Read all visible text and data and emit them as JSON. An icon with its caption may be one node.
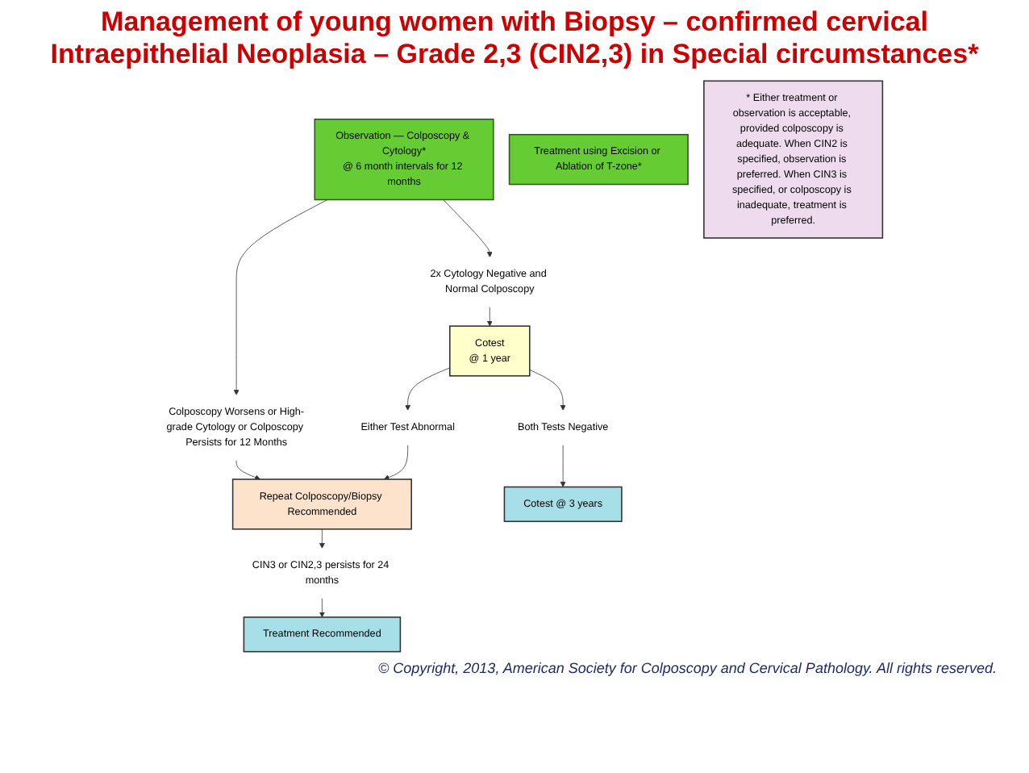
{
  "diagram": {
    "title": "Management of young women with Biopsy – confirmed cervical Intraepithelial Neoplasia – Grade 2,3 (CIN2,3) in Special circumstances*",
    "nodes": [
      {
        "text": [
          "Observation — Colposcopy & Cytology*",
          "@ 6 month intervals for 12 months"
        ]
      },
      {
        "text": [
          "Treatment using Excision or Ablation of T-zone*"
        ]
      },
      {
        "text": [
          "2x Cytology Negative and Normal Colposcopy"
        ]
      },
      {
        "text": [
          "Colposcopy Worsens or High-grade Cytology or Colposcopy Persists for 12 Months"
        ]
      },
      {
        "text": [
          "Cotest",
          "@ 1 year"
        ]
      },
      {
        "text": [
          "Either Test Abnormal"
        ]
      },
      {
        "text": [
          "Repeat Colposcopy/Biopsy Recommended"
        ]
      },
      {
        "text": [
          "CIN3 or CIN2,3 persists for 24 months"
        ]
      },
      {
        "text": [
          "Treatment Recommended"
        ]
      },
      {
        "text": [
          "Both Tests Negative"
        ]
      },
      {
        "text": [
          "Cotest @ 3 years"
        ]
      },
      {
        "text": [
          "* Either treatment or observation is acceptable, provided colposcopy is adequate. When CIN2 is specified, observation is preferred. When CIN3 is specified, or colposcopy is inadequate, treatment is preferred."
        ]
      }
    ],
    "edges": [
      {
        "from": 0,
        "to": 2,
        "arrow": "to"
      },
      {
        "from": 0,
        "to": 3,
        "arrow": "to"
      },
      {
        "from": 2,
        "to": 4,
        "arrow": "to"
      },
      {
        "from": 3,
        "to": 6,
        "arrow": "to"
      },
      {
        "from": 4,
        "to": 5,
        "arrow": "to"
      },
      {
        "from": 5,
        "to": 6,
        "arrow": "to"
      },
      {
        "from": 6,
        "to": 7,
        "arrow": "to"
      },
      {
        "from": 7,
        "to": 8,
        "arrow": "to"
      },
      {
        "from": 4,
        "to": 9,
        "arrow": "to"
      },
      {
        "from": 9,
        "to": 10,
        "arrow": "to"
      }
    ],
    "labels": [
      "© Copyright, 2013, American Society for Colposcopy and Cervical Pathology. All rights reserved."
    ]
  }
}
